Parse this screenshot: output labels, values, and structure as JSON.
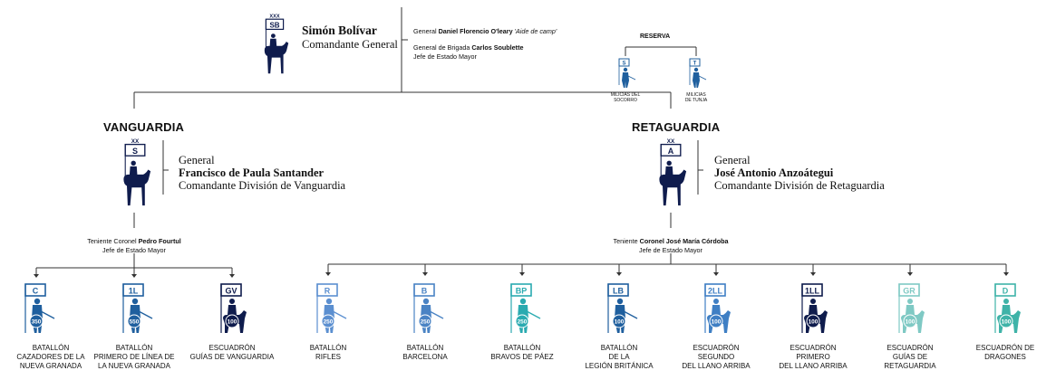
{
  "commander": {
    "echelon": "XXX",
    "code": "SB",
    "name": "Simón Bolívar",
    "title": "Comandante General"
  },
  "staff": {
    "aide_prefix": "General ",
    "aide_name": "Daniel Florencio O'leary",
    "aide_role": "'Aide de camp'",
    "chief_prefix": "General de Brigada ",
    "chief_name": "Carlos Soublette",
    "chief_role": "Jefe de Estado Mayor"
  },
  "reserve": {
    "label": "RESERVA",
    "units": [
      {
        "name_line1": "MILICIAS DEL",
        "name_line2": "SOCORRO",
        "code": "S",
        "color": "#1f5f9e"
      },
      {
        "name_line1": "MILICIAS",
        "name_line2": "DE TUNJA",
        "code": "T",
        "color": "#1f5f9e"
      }
    ]
  },
  "vanguard": {
    "label": "VANGUARDIA",
    "echelon": "XX",
    "code": "S",
    "rank": "General",
    "name": "Francisco de Paula Santander",
    "role": "Comandante División  de Vanguardia",
    "staff_prefix": "Teniente Coronel ",
    "staff_name": "Pedro Fourtul",
    "staff_role": "Jefe de Estado Mayor"
  },
  "rearguard": {
    "label": "RETAGUARDIA",
    "echelon": "XX",
    "code": "A",
    "rank": "General",
    "name": "José Antonio Anzoátegui",
    "role": "Comandante División de Retaguardia",
    "staff_prefix": "Teniente ",
    "staff_name": "Coronel José María Córdoba",
    "staff_role": "Jefe de Estado Mayor"
  },
  "colors": {
    "navy": "#0f1c4d",
    "line": "#333333"
  },
  "units": [
    {
      "code": "C",
      "strength": "350",
      "color": "#1f5f9e",
      "lines": [
        "BATALLÓN",
        "CAZADORES DE LA",
        "NUEVA GRANADA"
      ]
    },
    {
      "code": "1L",
      "strength": "550",
      "color": "#1f5f9e",
      "lines": [
        "BATALLÓN",
        "PRIMERO DE LÍNEA DE",
        "LA NUEVA GRANADA"
      ]
    },
    {
      "code": "GV",
      "strength": "100",
      "color": "#0f1c4d",
      "lines": [
        "ESCUADRÓN",
        "GUÍAS DE VANGUARDIA"
      ]
    },
    {
      "code": "R",
      "strength": "250",
      "color": "#5b8fd0",
      "lines": [
        "BATALLÓN",
        "RIFLES"
      ]
    },
    {
      "code": "B",
      "strength": "250",
      "color": "#4a83c4",
      "lines": [
        "BATALLÓN",
        "BARCELONA"
      ]
    },
    {
      "code": "BP",
      "strength": "250",
      "color": "#2aaab0",
      "lines": [
        "BATALLÓN",
        "BRAVOS DE PÁEZ"
      ]
    },
    {
      "code": "LB",
      "strength": "100",
      "color": "#1f5f9e",
      "lines": [
        "BATALLÓN",
        "DE LA",
        "LEGIÓN BRITÁNICA"
      ]
    },
    {
      "code": "2LL",
      "strength": "100",
      "color": "#3f7fc4",
      "lines": [
        "ESCUADRÓN",
        "SEGUNDO",
        "DEL LLANO ARRIBA"
      ]
    },
    {
      "code": "1LL",
      "strength": "100",
      "color": "#0f1c4d",
      "lines": [
        "ESCUADRÓN",
        "PRIMERO",
        "DEL LLANO ARRIBA"
      ]
    },
    {
      "code": "GR",
      "strength": "100",
      "color": "#7fc9c4",
      "lines": [
        "ESCUADRÓN",
        "GUÍAS DE",
        "RETAGUARDIA"
      ]
    },
    {
      "code": "D",
      "strength": "100",
      "color": "#3fb3a8",
      "lines": [
        "ESCUADRÓN DE",
        "DRAGONES"
      ]
    }
  ]
}
